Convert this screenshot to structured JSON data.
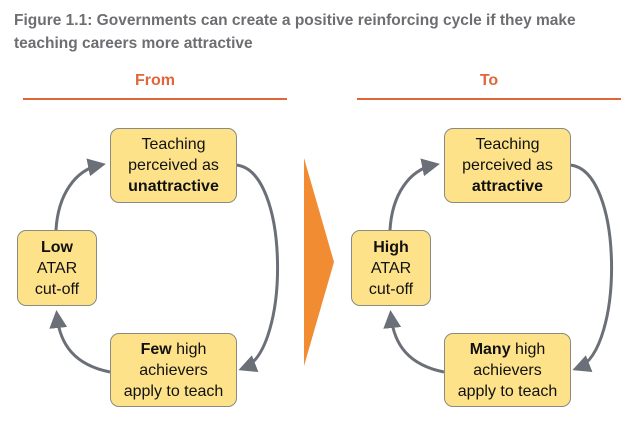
{
  "title": "Figure 1.1: Governments can create a positive reinforcing cycle if they make teaching careers more attractive",
  "from": {
    "header": "From",
    "top": {
      "line1": "Teaching",
      "line2": "perceived as",
      "bold": "unattractive"
    },
    "left": {
      "bold": "Low",
      "line2": "ATAR",
      "line3": "cut-off"
    },
    "bottom": {
      "bold": "Few",
      "rest": " high",
      "line2": "achievers",
      "line3": "apply to teach"
    }
  },
  "to": {
    "header": "To",
    "top": {
      "line1": "Teaching",
      "line2": "perceived as",
      "bold": "attractive"
    },
    "left": {
      "bold": "High",
      "line2": "ATAR",
      "line3": "cut-off"
    },
    "bottom": {
      "bold": "Many",
      "rest": " high",
      "line2": "achievers",
      "line3": "apply to teach"
    }
  },
  "colors": {
    "accent": "#e0663a",
    "box": "#fde28a",
    "arrow": "#f28c33",
    "cycle": "#6b7078"
  }
}
